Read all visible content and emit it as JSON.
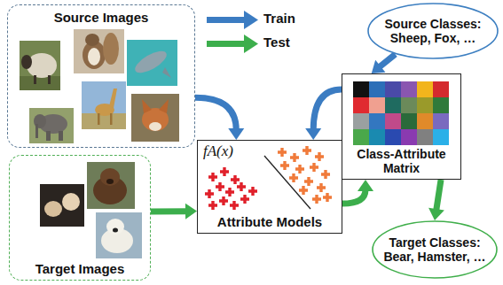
{
  "diagram": {
    "nodes": [
      {
        "text": [
          "Source Images"
        ]
      },
      {
        "text": [
          "Source Classes: Sheep, Fox, …"
        ]
      },
      {
        "text": [
          "Class-Attribute Matrix"
        ]
      },
      {
        "text": [
          "fA(x)",
          "Attribute Models"
        ]
      },
      {
        "text": [
          "Target Images"
        ]
      },
      {
        "text": [
          "Target Classes: Bear, Hamster, …"
        ]
      }
    ],
    "edges": [
      {
        "from": 0,
        "to": 3,
        "arrow": "to"
      },
      {
        "from": 1,
        "to": 2,
        "arrow": "to"
      },
      {
        "from": 2,
        "to": 3,
        "arrow": "to"
      },
      {
        "from": 4,
        "to": 3,
        "arrow": "to"
      },
      {
        "from": 3,
        "to": 2,
        "arrow": "to"
      },
      {
        "from": 2,
        "to": 5,
        "arrow": "to"
      }
    ],
    "legend": [
      {
        "text": "Train"
      },
      {
        "text": "Test"
      }
    ]
  }
}
